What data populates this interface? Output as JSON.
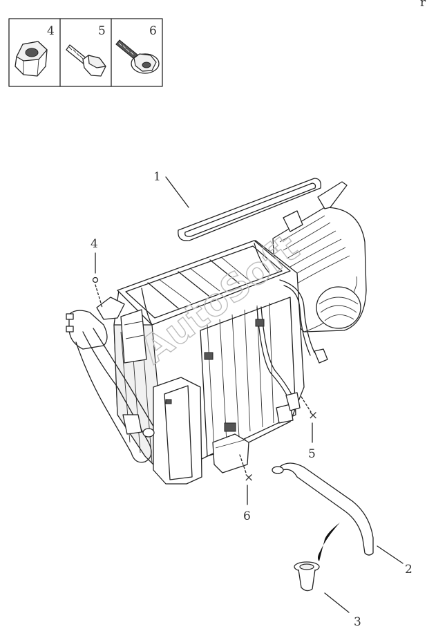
{
  "legend": {
    "items": [
      {
        "num": "4",
        "icon": "nut-icon"
      },
      {
        "num": "5",
        "icon": "bolt-icon"
      },
      {
        "num": "6",
        "icon": "flange-bolt-icon"
      }
    ]
  },
  "callouts": {
    "c1": "1",
    "c2": "2",
    "c3": "3",
    "c4": "4",
    "c5": "5",
    "c6": "6"
  },
  "corner_mark": "r",
  "watermark": "AutoSoft"
}
